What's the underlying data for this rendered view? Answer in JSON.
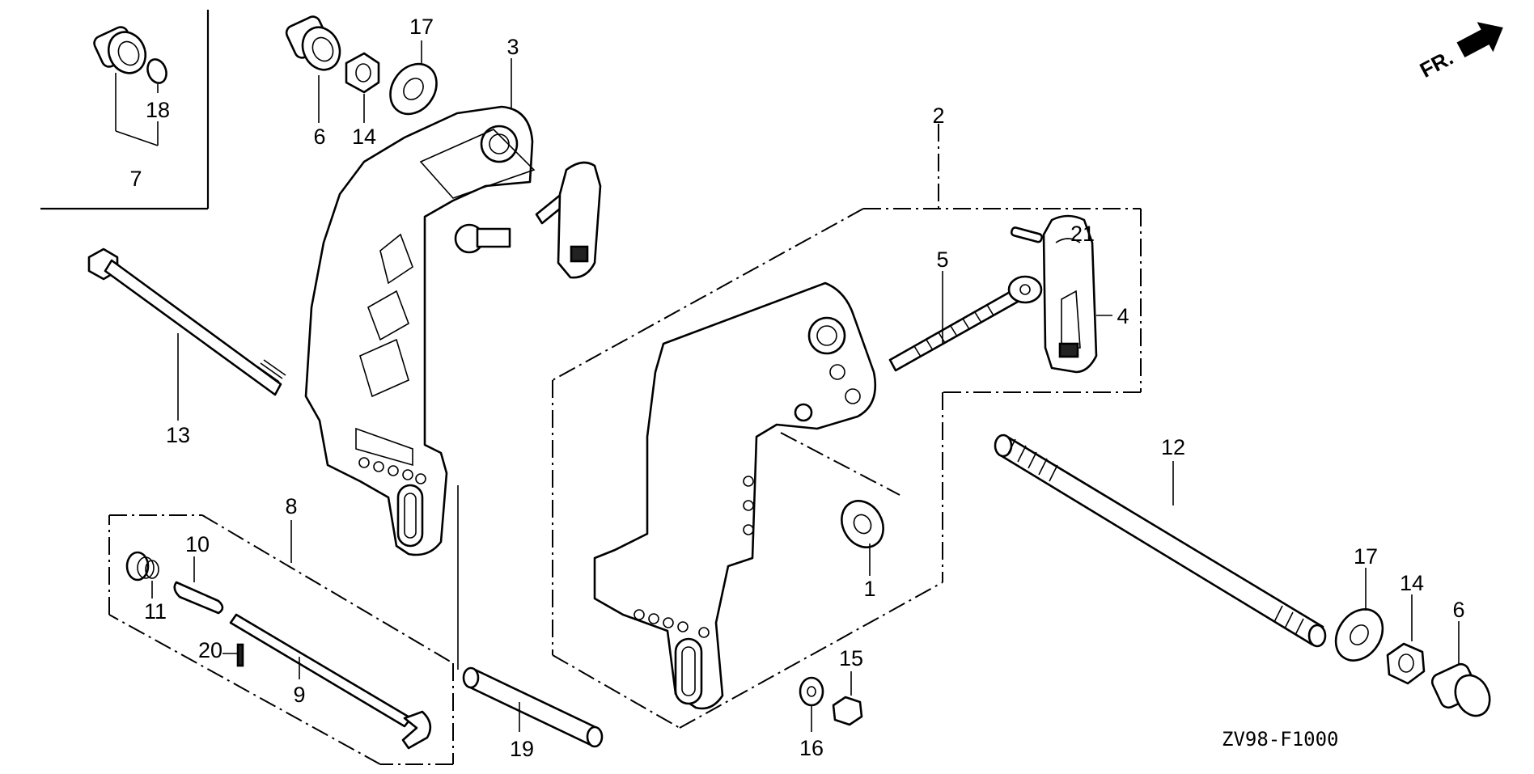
{
  "diagram_code": "ZV98-F1000",
  "direction_marker": {
    "text": "FR.",
    "icon": "front-direction-arrow-icon"
  },
  "callouts": {
    "c1": "1",
    "c2": "2",
    "c3": "3",
    "c4": "4",
    "c5": "5",
    "c6a": "6",
    "c6b": "6",
    "c7": "7",
    "c8": "8",
    "c9": "9",
    "c10": "10",
    "c11": "11",
    "c12": "12",
    "c13": "13",
    "c14a": "14",
    "c14b": "14",
    "c15": "15",
    "c16": "16",
    "c17a": "17",
    "c17b": "17",
    "c18": "18",
    "c19": "19",
    "c20": "20",
    "c21": "21"
  }
}
